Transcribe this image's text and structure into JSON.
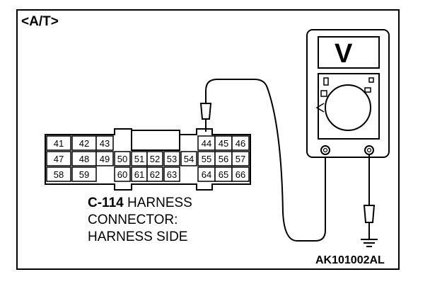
{
  "section_tag": "<A/T>",
  "connector": {
    "pins_row1": [
      "41",
      "42",
      "43",
      "44",
      "45",
      "46"
    ],
    "pins_row2": [
      "47",
      "48",
      "49",
      "50",
      "51",
      "52",
      "53",
      "54",
      "55",
      "56",
      "57"
    ],
    "pins_row3": [
      "58",
      "59",
      "60",
      "61",
      "62",
      "63",
      "64",
      "65",
      "66"
    ]
  },
  "caption": {
    "id": "C-114",
    "line1_rest": " HARNESS",
    "line2": "CONNECTOR:",
    "line3": "HARNESS SIDE"
  },
  "figure_code": "AK101002AL",
  "meter": {
    "display_symbol": "V"
  }
}
